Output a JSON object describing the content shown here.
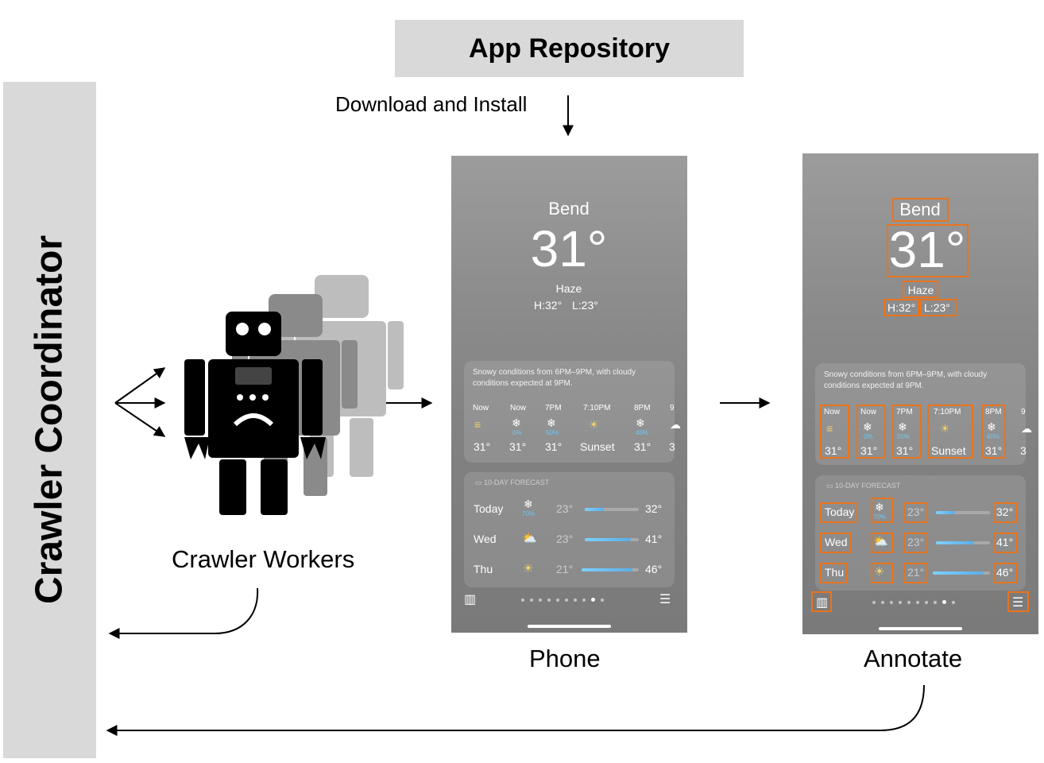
{
  "diagram": {
    "repository_label": "App Repository",
    "download_label": "Download and Install",
    "coordinator_label": "Crawler Coordinator",
    "workers_label": "Crawler Workers",
    "phone_label": "Phone",
    "annotate_label": "Annotate"
  },
  "weather": {
    "city": "Bend",
    "temperature": "31°",
    "condition": "Haze",
    "high": "H:32°",
    "low": "L:23°",
    "alert": "Snowy conditions from 6PM–9PM, with cloudy conditions expected at 9PM.",
    "hourly": [
      {
        "time": "Now",
        "icon": "haze-icon",
        "precip": "",
        "temp": "31°"
      },
      {
        "time": "Now",
        "icon": "snowflake-icon",
        "precip": "0%",
        "temp": "31°"
      },
      {
        "time": "7PM",
        "icon": "snowflake-icon",
        "precip": "50%",
        "temp": "31°"
      },
      {
        "time": "7:10PM",
        "icon": "sunset-icon",
        "precip": "",
        "temp": "Sunset"
      },
      {
        "time": "8PM",
        "icon": "snowflake-icon",
        "precip": "40%",
        "temp": "31°"
      },
      {
        "time": "9",
        "icon": "cloud-icon",
        "precip": "",
        "temp": "3"
      }
    ],
    "forecast_header": "10-DAY FORECAST",
    "forecast": [
      {
        "day": "Today",
        "icon": "snowflake-icon",
        "precip": "70%",
        "low": "23°",
        "high": "32°"
      },
      {
        "day": "Wed",
        "icon": "partly-cloudy-icon",
        "precip": "",
        "low": "23°",
        "high": "41°"
      },
      {
        "day": "Thu",
        "icon": "sun-icon",
        "precip": "",
        "low": "21°",
        "high": "46°"
      }
    ],
    "page_dots": 10,
    "active_dot": 8
  },
  "colors": {
    "annotation_box": "#e8741e",
    "panel_gray": "#d9d9d9"
  }
}
